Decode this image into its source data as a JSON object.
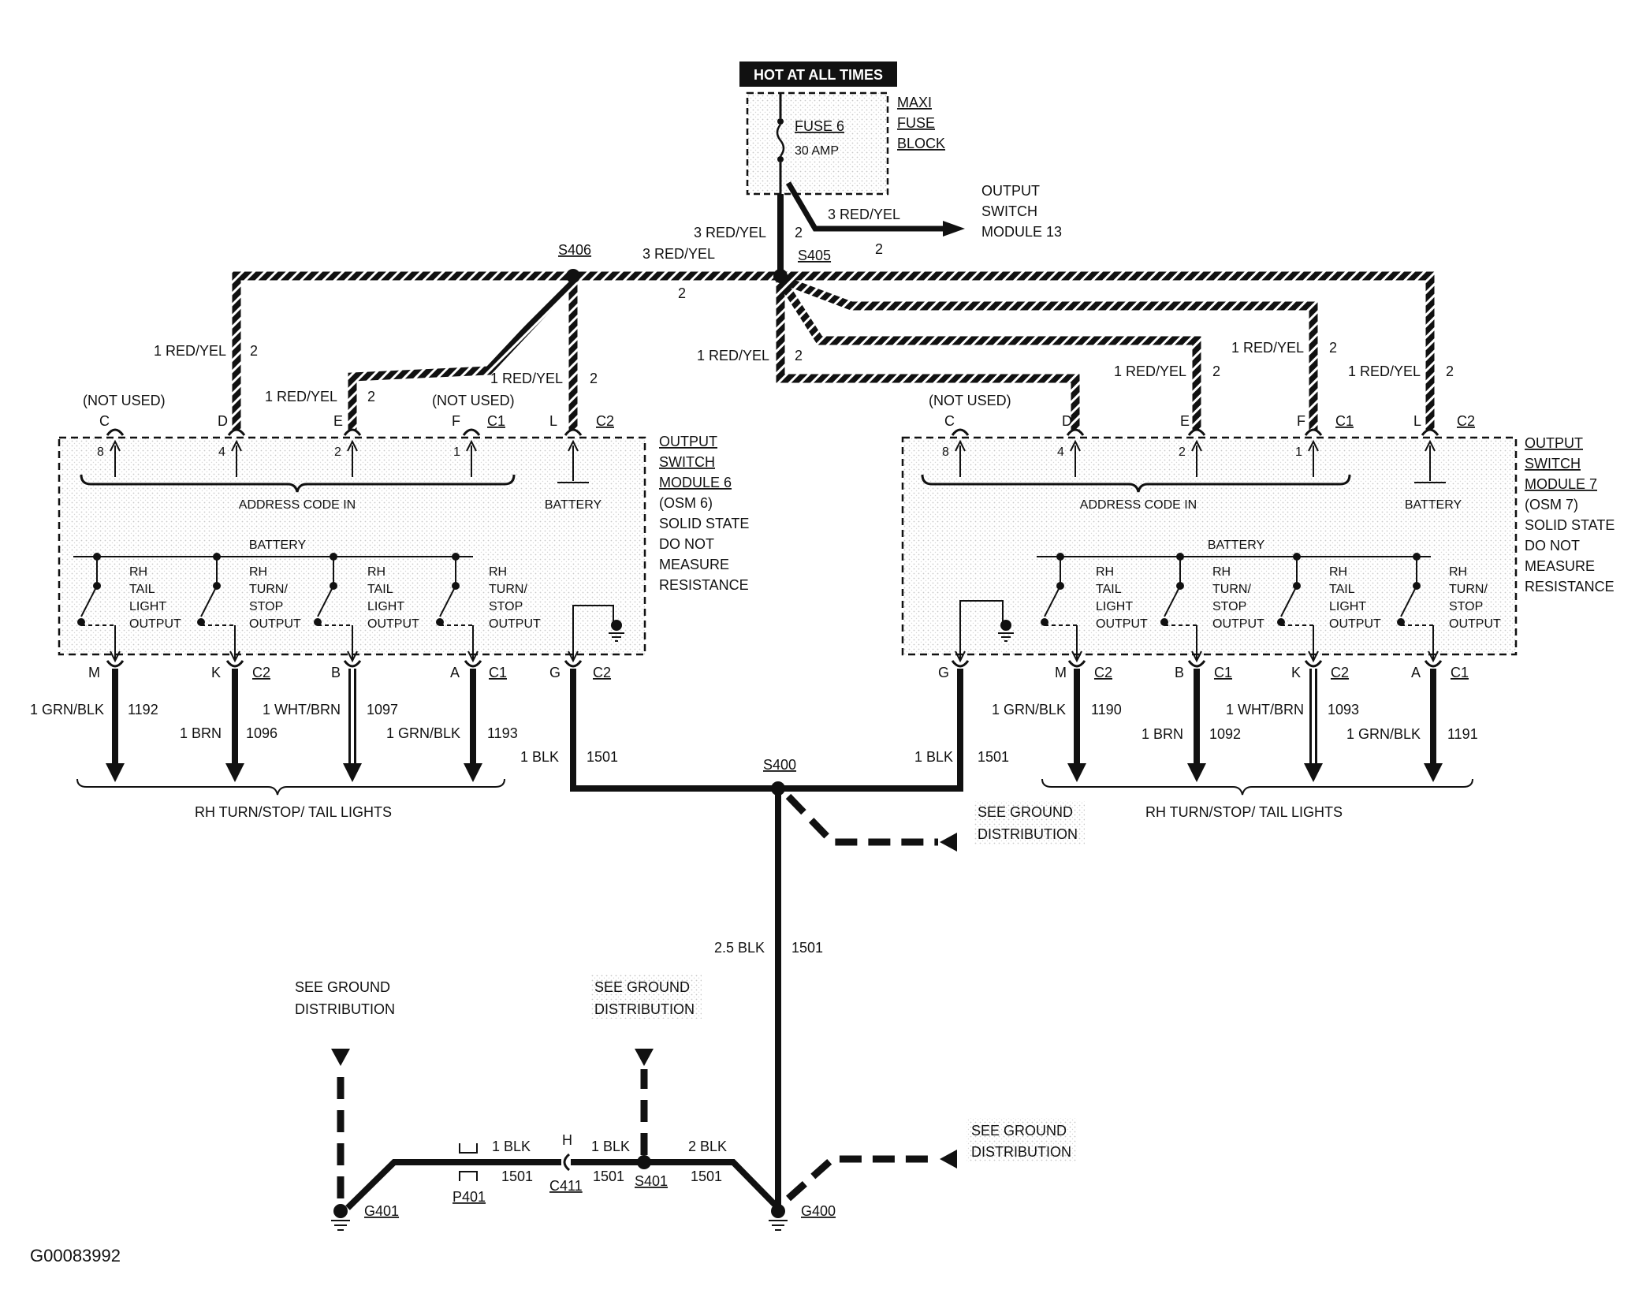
{
  "hot": "HOT AT ALL TIMES",
  "fuse": {
    "block": [
      "MAXI",
      "FUSE",
      "BLOCK"
    ],
    "name": "FUSE 6",
    "rating": "30 AMP"
  },
  "osm13": {
    "lines": [
      "OUTPUT",
      "SWITCH",
      "MODULE 13"
    ],
    "wire": "3 RED/YEL",
    "circuit": "2"
  },
  "splices": {
    "s405": "S405",
    "s406": "S406",
    "s400": "S400",
    "s401": "S401"
  },
  "wires": {
    "main_feed": "3 RED/YEL",
    "main_feed_circuit": "2",
    "s406_link": "3 RED/YEL",
    "s406_link_circuit": "2",
    "feed": "1 RED/YEL",
    "feed_circuit": "2",
    "blk1": "1 BLK",
    "gnd_main": "2.5 BLK",
    "blk2": "2 BLK",
    "gnd_circuit": "1501",
    "grnblk": "1 GRN/BLK",
    "brn": "1 BRN",
    "whtbrn": "1 WHT/BRN"
  },
  "common": {
    "not_used": "(NOT USED)",
    "address_code": "ADDRESS CODE IN",
    "battery": "BATTERY",
    "rh_tail": [
      "RH",
      "TAIL",
      "LIGHT",
      "OUTPUT"
    ],
    "rh_turn": [
      "RH",
      "TURN/",
      "STOP",
      "OUTPUT"
    ],
    "c1": "C1",
    "c2": "C2",
    "pins": {
      "c": "C",
      "d": "D",
      "e": "E",
      "f": "F",
      "l": "L",
      "m": "M",
      "k": "K",
      "b": "B",
      "a": "A",
      "g": "G",
      "h": "H"
    },
    "addr_pins": [
      "8",
      "4",
      "2",
      "1"
    ],
    "notes": [
      "SOLID STATE",
      "DO NOT",
      "MEASURE",
      "RESISTANCE"
    ],
    "rh_lights": "RH TURN/STOP/ TAIL LIGHTS",
    "see_ground": [
      "SEE GROUND",
      "DISTRIBUTION"
    ]
  },
  "osm6": {
    "title": [
      "OUTPUT",
      "SWITCH",
      "MODULE 6"
    ],
    "abbr": "(OSM 6)",
    "circuits": [
      "1192",
      "1096",
      "1097",
      "1193"
    ]
  },
  "osm7": {
    "title": [
      "OUTPUT",
      "SWITCH",
      "MODULE 7"
    ],
    "abbr": "(OSM 7)",
    "circuits": [
      "1190",
      "1092",
      "1093",
      "1191"
    ]
  },
  "grounds": {
    "g400": "G400",
    "g401": "G401",
    "c411": "C411",
    "p401": "P401"
  },
  "figure_id": "G00083992"
}
